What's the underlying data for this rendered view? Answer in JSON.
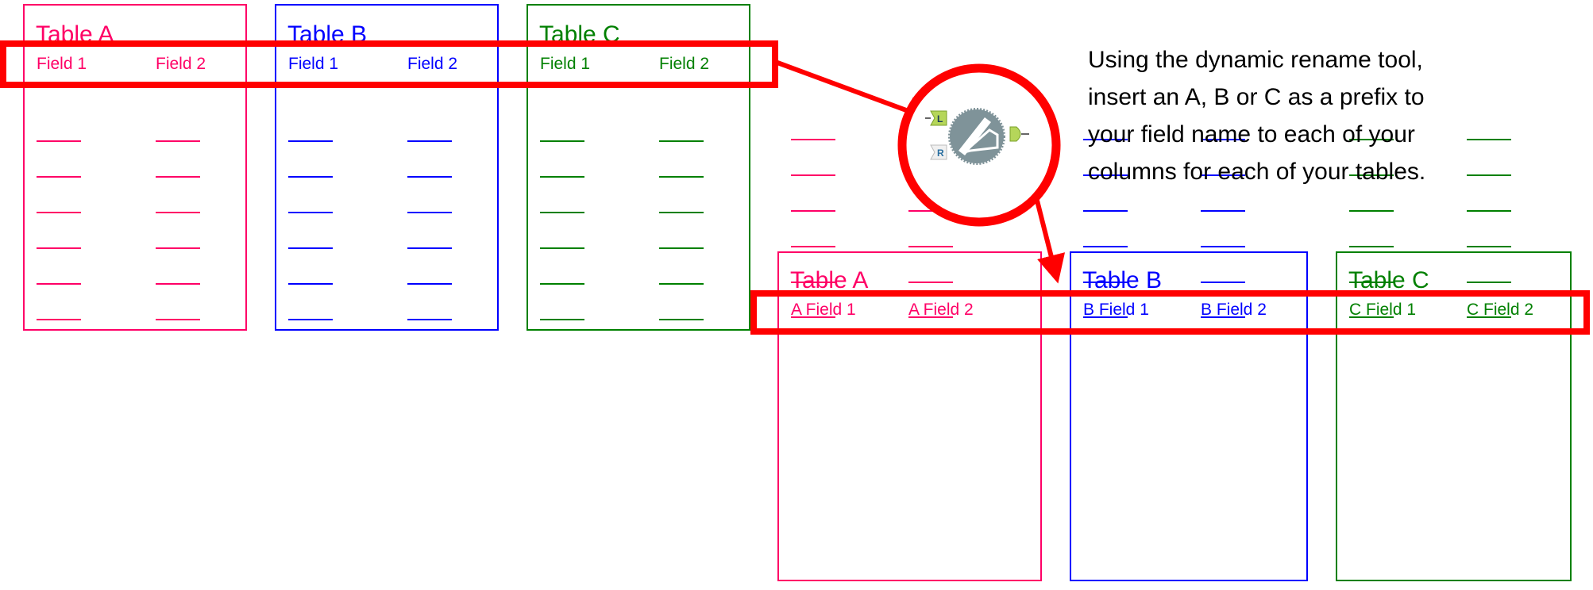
{
  "colors": {
    "table_a": "#ff0066",
    "table_b": "#0000ff",
    "table_c": "#008000",
    "highlight": "#ff0000"
  },
  "before_tables": [
    {
      "title": "Table A",
      "fields": [
        "Field 1",
        "Field 2"
      ],
      "color_key": "table_a"
    },
    {
      "title": "Table B",
      "fields": [
        "Field 1",
        "Field 2"
      ],
      "color_key": "table_b"
    },
    {
      "title": "Table C",
      "fields": [
        "Field 1",
        "Field 2"
      ],
      "color_key": "table_c"
    }
  ],
  "after_tables": [
    {
      "title": "Table A",
      "fields": [
        "A Field 1",
        "A Field 2"
      ],
      "color_key": "table_a"
    },
    {
      "title": "Table B",
      "fields": [
        "B Field 1",
        "B Field 2"
      ],
      "color_key": "table_b"
    },
    {
      "title": "Table C",
      "fields": [
        "C Field 1",
        "C Field 2"
      ],
      "color_key": "table_c"
    }
  ],
  "tool": {
    "icon": "dynamic-rename-tool-icon",
    "input_left": "L",
    "input_right": "R"
  },
  "instructions": [
    "Using the dynamic rename tool,",
    "insert an A, B or C as a prefix to",
    "your field name to each of your",
    "columns for each of your tables."
  ]
}
